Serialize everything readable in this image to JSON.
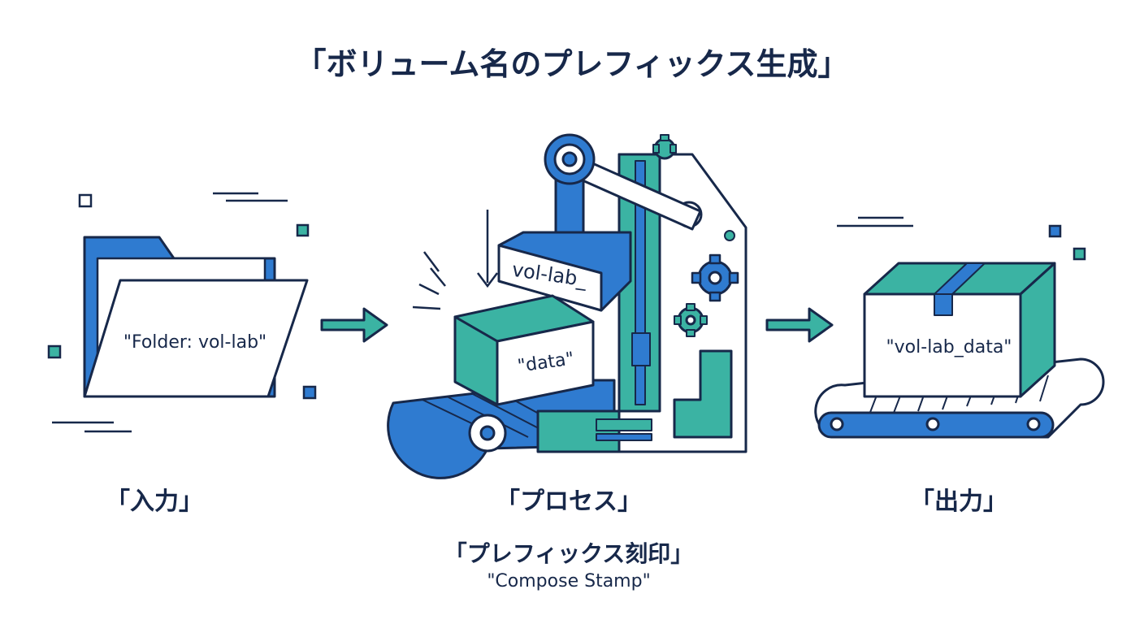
{
  "title": "「ボリューム名のプレフィックス生成」",
  "stages": {
    "input": {
      "caption": "「入力」",
      "folder_label": "\"Folder: vol-lab\""
    },
    "process": {
      "caption": "「プロセス」",
      "stamp_label": "vol-lab_",
      "box_label": "\"data\"",
      "subcaption": "「プレフィックス刻印」",
      "subcaption_en": "\"Compose Stamp\""
    },
    "output": {
      "caption": "「出力」",
      "box_label": "\"vol-lab_data\""
    }
  },
  "colors": {
    "blue": "#2f7bd0",
    "teal": "#3bb3a3",
    "navy": "#17284a",
    "white": "#ffffff"
  }
}
